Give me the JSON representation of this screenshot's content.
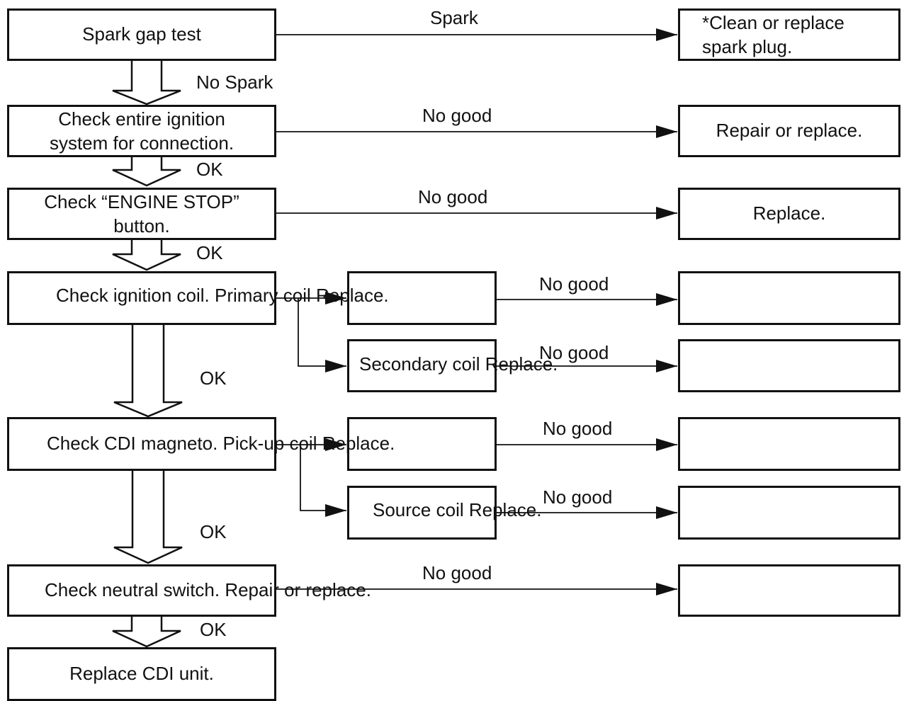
{
  "left_boxes": {
    "spark_gap": "Spark gap test",
    "ignition_system_l1": "Check entire ignition",
    "ignition_system_l2": "system for connection.",
    "engine_stop_l1": "Check “ENGINE STOP”",
    "engine_stop_l2": "button.",
    "ignition_coil": "Check ignition coil. Primary coil Replace.",
    "cdi_magneto": "Check CDI magneto. Pick-up coil Replace.",
    "neutral_switch": "Check neutral switch. Repair or replace.",
    "replace_cdi": "Replace CDI unit."
  },
  "middle_boxes": {
    "secondary_coil": "Secondary coil Replace.",
    "source_coil": "Source coil Replace."
  },
  "right_boxes": {
    "clean_plug_l1": "*Clean or replace",
    "clean_plug_l2": "spark plug.",
    "repair_replace": "Repair or replace.",
    "replace": "Replace."
  },
  "labels": {
    "spark": "Spark",
    "no_spark": "No Spark",
    "ok": "OK",
    "no_good": "No good"
  }
}
